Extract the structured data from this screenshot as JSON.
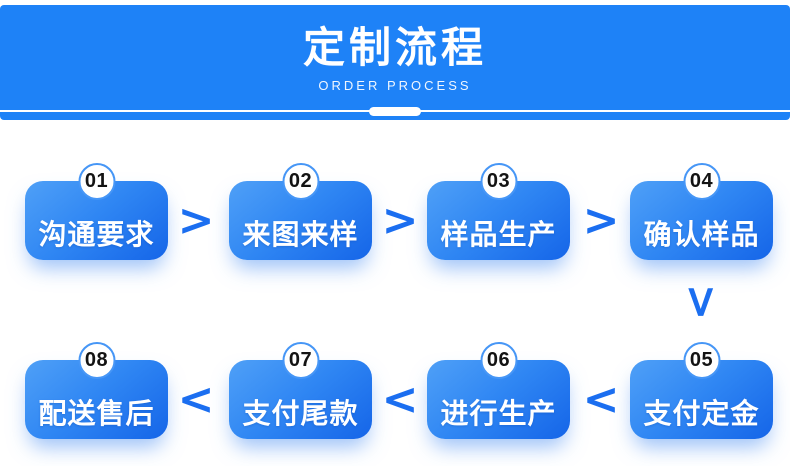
{
  "banner": {
    "title": "定制流程",
    "subtitle": "ORDER PROCESS"
  },
  "colors": {
    "banner_blue": "#1E82F7",
    "box_gradient_start": "#4FA0F7",
    "box_gradient_end": "#1565E8",
    "arrow_blue": "#1B6EF0",
    "badge_number_color": "#131313"
  },
  "steps": [
    {
      "num": "01",
      "label": "沟通要求"
    },
    {
      "num": "02",
      "label": "来图来样"
    },
    {
      "num": "03",
      "label": "样品生产"
    },
    {
      "num": "04",
      "label": "确认样品"
    },
    {
      "num": "05",
      "label": "支付定金"
    },
    {
      "num": "06",
      "label": "进行生产"
    },
    {
      "num": "07",
      "label": "支付尾款"
    },
    {
      "num": "08",
      "label": "配送售后"
    }
  ],
  "arrows": {
    "right": ">",
    "left": "<",
    "down": ">"
  }
}
